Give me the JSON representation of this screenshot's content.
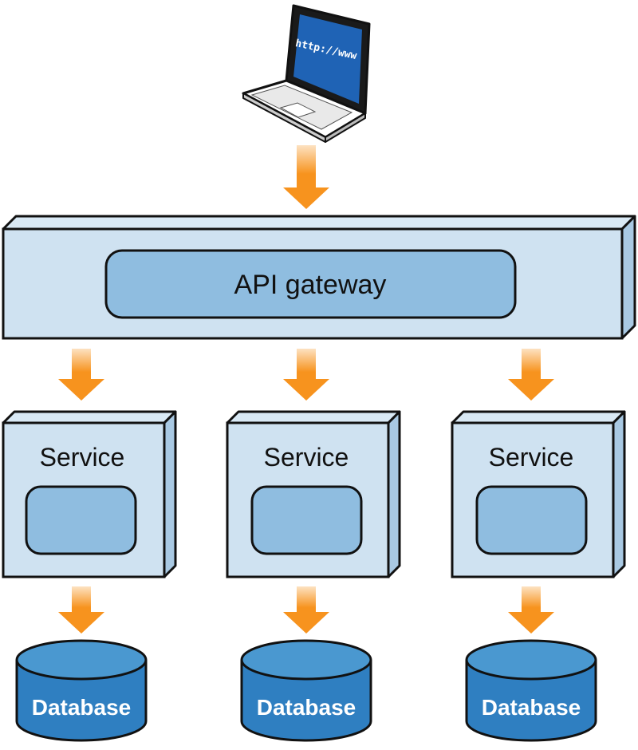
{
  "client": {
    "screen_text": "http://www"
  },
  "gateway": {
    "label": "API gateway"
  },
  "services": [
    {
      "label": "Service"
    },
    {
      "label": "Service"
    },
    {
      "label": "Service"
    }
  ],
  "databases": [
    {
      "label": "Database"
    },
    {
      "label": "Database"
    },
    {
      "label": "Database"
    }
  ],
  "colors": {
    "box_fill": "#cfe2f1",
    "box_side": "#a9c9e3",
    "inner_fill": "#8fbde0",
    "arrow": "#f7931e",
    "db_fill": "#2f7fc1",
    "db_top": "#4a98d0",
    "outline": "#111111",
    "screen": "#1f63b5"
  }
}
